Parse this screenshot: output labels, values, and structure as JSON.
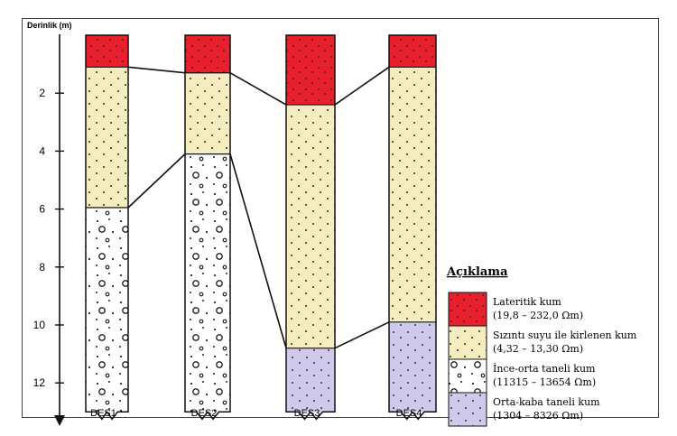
{
  "axis": {
    "title": "Derinlik (m)",
    "ticks": [
      2,
      4,
      6,
      8,
      10,
      12
    ]
  },
  "columns": [
    {
      "name": "DES1",
      "layers": [
        {
          "type": "laterite",
          "top": 0,
          "bottom": 1.1
        },
        {
          "type": "polluted",
          "top": 1.1,
          "bottom": 5.95
        },
        {
          "type": "fine",
          "top": 5.95,
          "bottom": 13.0
        }
      ]
    },
    {
      "name": "DES2",
      "layers": [
        {
          "type": "laterite",
          "top": 0,
          "bottom": 1.3
        },
        {
          "type": "polluted",
          "top": 1.3,
          "bottom": 4.1
        },
        {
          "type": "fine",
          "top": 4.1,
          "bottom": 13.0
        }
      ]
    },
    {
      "name": "DES3",
      "layers": [
        {
          "type": "laterite",
          "top": 0,
          "bottom": 2.4
        },
        {
          "type": "polluted",
          "top": 2.4,
          "bottom": 10.8
        },
        {
          "type": "coarse",
          "top": 10.8,
          "bottom": 13.0
        }
      ]
    },
    {
      "name": "DES4",
      "layers": [
        {
          "type": "laterite",
          "top": 0,
          "bottom": 1.1
        },
        {
          "type": "polluted",
          "top": 1.1,
          "bottom": 9.9
        },
        {
          "type": "coarse",
          "top": 9.9,
          "bottom": 13.0
        }
      ]
    }
  ],
  "legend": {
    "title": "Açıklama",
    "items": [
      {
        "type": "laterite",
        "name": "Lateritik kum",
        "range": "(19,8 – 232,0 Ωm)"
      },
      {
        "type": "polluted",
        "name": "Sızıntı suyu ile kirlenen kum",
        "range": "(4,32 – 13,30 Ωm)"
      },
      {
        "type": "fine",
        "name": "İnce-orta taneli kum",
        "range": "(11315 – 13654 Ωm)"
      },
      {
        "type": "coarse",
        "name": "Orta-kaba taneli kum",
        "range": "(1304 – 8326 Ωm)"
      }
    ]
  },
  "colors": {
    "laterite": "#e8202e",
    "polluted": "#f5ecbf",
    "fine": "#ffffff",
    "coarse": "#cfc9ec"
  }
}
